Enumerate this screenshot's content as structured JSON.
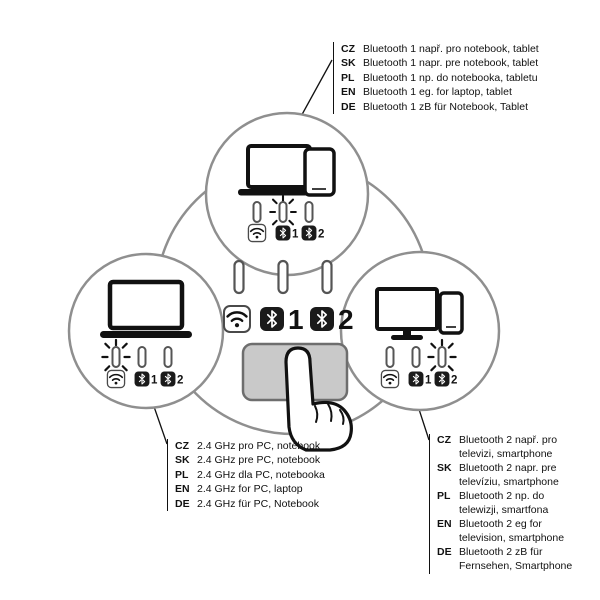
{
  "figure": {
    "labels": {
      "bt1": "1",
      "bt2": "2"
    }
  },
  "annotations": {
    "bluetooth1": {
      "entries": [
        {
          "lang": "CZ",
          "text": "Bluetooth 1 např. pro notebook, tablet"
        },
        {
          "lang": "SK",
          "text": "Bluetooth 1 napr. pre notebook, tablet"
        },
        {
          "lang": "PL",
          "text": "Bluetooth 1 np. do notebooka, tabletu"
        },
        {
          "lang": "EN",
          "text": "Bluetooth 1 eg. for laptop, tablet"
        },
        {
          "lang": "DE",
          "text": "Bluetooth 1 zB für Notebook, Tablet"
        }
      ]
    },
    "wireless24ghz": {
      "entries": [
        {
          "lang": "CZ",
          "text": "2.4 GHz pro PC, notebook"
        },
        {
          "lang": "SK",
          "text": "2.4 GHz pre PC, notebook"
        },
        {
          "lang": "PL",
          "text": "2.4 GHz dla PC, notebooka"
        },
        {
          "lang": "EN",
          "text": "2.4 GHz for PC, laptop"
        },
        {
          "lang": "DE",
          "text": "2.4 GHz für PC, Notebook"
        }
      ]
    },
    "bluetooth2": {
      "entries": [
        {
          "lang": "CZ",
          "text": "Bluetooth 2 např. pro televizi, smartphone"
        },
        {
          "lang": "SK",
          "text": "Bluetooth 2 napr. pre televíziu, smartphone"
        },
        {
          "lang": "PL",
          "text": "Bluetooth 2 np. do telewizji, smartfona"
        },
        {
          "lang": "EN",
          "text": "Bluetooth 2 eg for television, smartphone"
        },
        {
          "lang": "DE",
          "text": "Bluetooth 2 zB für Fernsehen, Smartphone"
        }
      ]
    }
  },
  "icons": {
    "wifi_24ghz": "wifi arcs with dot inside rounded square outline",
    "bluetooth": "bluetooth rune, white on dark rounded square",
    "led_indicator": "vertical pill lamp",
    "blinking_led": "pill lamp with radiating burst lines",
    "laptop": "laptop outline",
    "tablet": "tablet outline",
    "tv": "television outline",
    "smartphone": "smartphone outline",
    "touchpad_button": "grey rounded mode button",
    "pointing_hand": "hand with index finger pressing button"
  },
  "colors": {
    "background": "#ffffff",
    "circle_outline": "#8f8f8f",
    "device_line": "#111111",
    "badge_fill": "#1a1a1a",
    "button_fill": "#c9c9c9"
  }
}
